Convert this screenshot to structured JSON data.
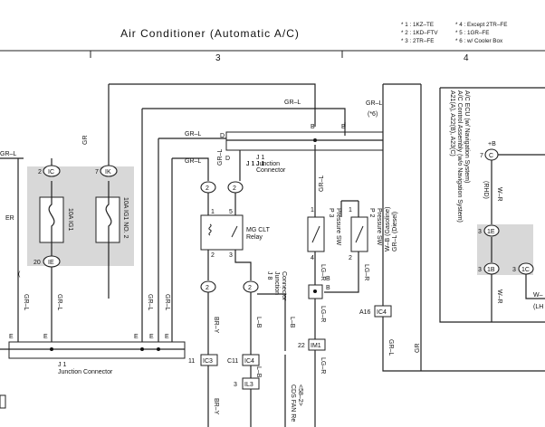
{
  "header": {
    "title": "Air Conditioner (Automatic A/C)",
    "notes_left": [
      "* 1 : 1KZ–TE",
      "* 2 : 1KD–FTV",
      "* 3 : 2TR–FE"
    ],
    "notes_right": [
      "* 4 : Except 2TR–FE",
      "* 5 : 1GR–FE",
      "* 6 : w/ Cooler Box"
    ],
    "grid_numbers": [
      "3",
      "4"
    ]
  },
  "components": {
    "fuse1": "10A IG1",
    "fuse2": "10A IG1 NO. 2",
    "jb_bottom": [
      "J 1",
      "Junction Connector"
    ],
    "jb_top": [
      "J 1",
      "Junction",
      "Connector"
    ],
    "jb_mid": [
      "J 8",
      "Junction",
      "Connector"
    ],
    "relay": [
      "MG CLT",
      "Relay"
    ],
    "psw1": [
      "P 3",
      "Pressure SW"
    ],
    "psw2": [
      "P 2",
      "Pressure SW"
    ],
    "ac_amp": [
      "A21(A), A22(B), A23(C)",
      "A/C Control Assembly (w/o Navigation System)",
      "A/C ECU (w/ Navigation System)"
    ],
    "cds": [
      "CDS FAN Re",
      "<58–2>"
    ],
    "wb_note": [
      "W–B (Gasoline)",
      "GR–L (Diesel)"
    ],
    "rhd": "(RHD)",
    "lhd": "(LH",
    "er": "ER"
  },
  "connectors": {
    "ic_2": "2",
    "ic_label": "IC",
    "ik_7": "7",
    "ik_label": "IK",
    "ie_20": "20",
    "ie_label": "IE",
    "c_7": "7",
    "c_label": "C",
    "c_plus": "+B",
    "e1_3": "3",
    "e1_label": "1E",
    "b1_3": "3",
    "b1_label": "1B",
    "c1_3": "3",
    "c1_label": "1C",
    "ic3_num": "11",
    "ic3_label": "IC3",
    "ic4a_num": "C11",
    "ic4a_label": "IC4",
    "il3_num": "3",
    "il3_label": "IL3",
    "im1_num": "22",
    "im1_label": "IM1",
    "ic4b_num": "A16",
    "ic4b_label": "IC4",
    "relay_2a": "2",
    "relay_2b": "2",
    "relay_2c": "2",
    "relay_2d": "2"
  },
  "wire_labels": {
    "gr_l": "GR–L",
    "gr": "GR",
    "gr_l_6": "(*6)",
    "w_r": "W–R",
    "br_y": "BR–Y",
    "l_b": "L–B",
    "lg_r": "LG–R",
    "w": "W–"
  },
  "pins": {
    "B": "B",
    "D": "D",
    "E": "E",
    "one": "1",
    "two": "2",
    "three": "3",
    "four": "4",
    "five": "5"
  }
}
